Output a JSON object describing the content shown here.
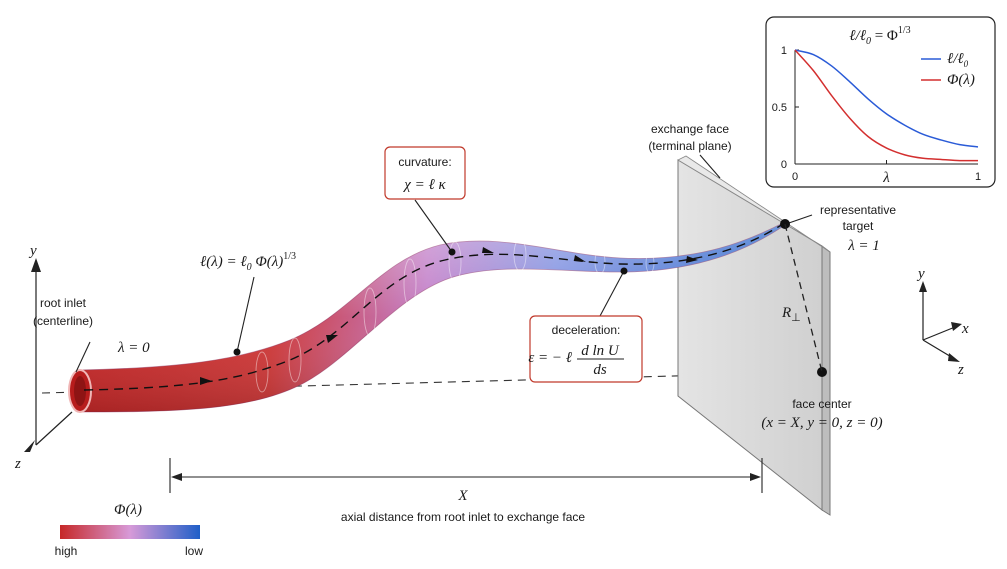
{
  "axes_left": {
    "y": "y",
    "z": "z"
  },
  "axes_right": {
    "y": "y",
    "x": "x",
    "z": "z"
  },
  "root_inlet": {
    "line1": "root inlet",
    "line2": "(centerline)"
  },
  "lambda_zero": "λ = 0",
  "length_law": {
    "lhs": "ℓ(λ) = ℓ",
    "sub0": "0",
    "rhs": " Φ(λ)",
    "exp": "1/3"
  },
  "curvature": {
    "title": "curvature:",
    "formula": "χ = ℓ κ"
  },
  "deceleration": {
    "title": "deceleration:",
    "lhs": "ε = − ℓ",
    "num": "d ln U",
    "den": "ds"
  },
  "exchange_face": {
    "line1": "exchange face",
    "line2": "(terminal plane)"
  },
  "target": {
    "line1": "representative",
    "line2": "target",
    "lambda": "λ = 1"
  },
  "r_perp": {
    "R": "R",
    "sub": "⊥"
  },
  "face_center": {
    "line1": "face center",
    "line2": "(x = X, y = 0, z = 0)"
  },
  "distance": {
    "symbol": "X",
    "caption": "axial distance from root inlet to exchange face"
  },
  "colorbar": {
    "title": "Φ(λ)",
    "low_end": "high",
    "high_end": "low",
    "color_high": "#c62828",
    "color_mid": "#d79ad8",
    "color_low": "#1f5fc8"
  },
  "inset": {
    "title_lhs": "ℓ/ℓ",
    "title_sub": "0",
    "title_mid": " = Φ",
    "title_exp": "1/3",
    "y_ticks": [
      "1",
      "0.5",
      "0"
    ],
    "x_ticks": [
      "0",
      "1"
    ],
    "x_label": "λ",
    "legend": [
      {
        "name_main": "ℓ/ℓ",
        "name_sub": "0",
        "color": "#2a5bd7"
      },
      {
        "name_main": "Φ(λ)",
        "name_sub": "",
        "color": "#d32f2f"
      }
    ]
  },
  "chart_data": {
    "type": "line",
    "x": [
      0,
      0.1,
      0.2,
      0.3,
      0.4,
      0.5,
      0.6,
      0.7,
      0.8,
      0.9,
      1.0
    ],
    "series": [
      {
        "name": "ℓ/ℓ0",
        "values": [
          1.0,
          0.96,
          0.86,
          0.72,
          0.57,
          0.44,
          0.34,
          0.26,
          0.21,
          0.17,
          0.15
        ]
      },
      {
        "name": "Φ(λ)",
        "values": [
          1.0,
          0.82,
          0.6,
          0.4,
          0.24,
          0.14,
          0.08,
          0.05,
          0.04,
          0.03,
          0.03
        ]
      }
    ],
    "xlabel": "λ",
    "ylim": [
      0,
      1
    ],
    "xlim": [
      0,
      1
    ]
  }
}
